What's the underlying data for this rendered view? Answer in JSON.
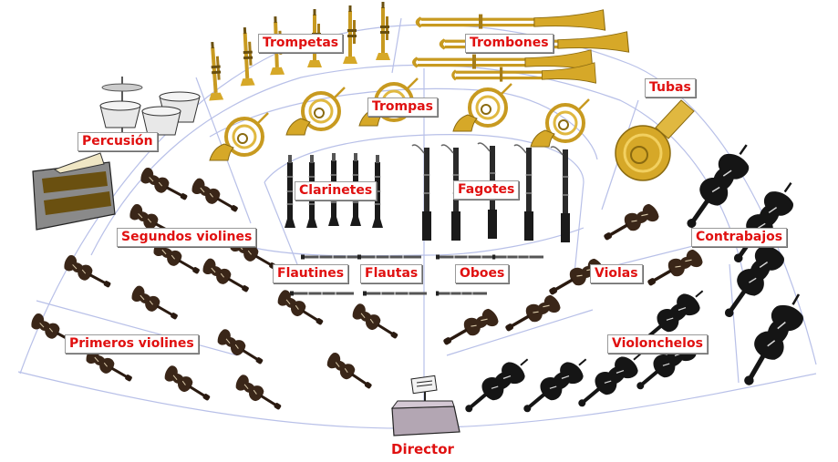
{
  "sections": {
    "trompetas": "Trompetas",
    "trombones": "Trombones",
    "tubas": "Tubas",
    "trompas": "Trompas",
    "percusion": "Percusión",
    "clarinetes": "Clarinetes",
    "fagotes": "Fagotes",
    "segundos_violines": "Segundos violines",
    "contrabajos": "Contrabajos",
    "flautines": "Flautines",
    "flautas": "Flautas",
    "oboes": "Oboes",
    "violas": "Violas",
    "primeros_violines": "Primeros violines",
    "violonchelos": "Violonchelos",
    "director": "Director"
  },
  "colors": {
    "label_text": "#e01010",
    "grid_lines": "#b8c0e8",
    "wood": "#3a2618",
    "brass": "#c89a20",
    "black_instrument": "#1c1c1c"
  },
  "icons": {
    "trumpet": "trumpet-icon",
    "trombone": "trombone-icon",
    "horn": "french-horn-icon",
    "tuba": "tuba-icon",
    "timpani": "timpani-icon",
    "cymbal": "cymbal-icon",
    "piano": "piano-icon",
    "clarinet": "clarinet-icon",
    "bassoon": "bassoon-icon",
    "flute": "flute-icon",
    "violin": "violin-icon",
    "cello": "cello-icon",
    "double_bass": "double-bass-icon",
    "podium": "podium-icon",
    "score": "music-stand-icon"
  }
}
